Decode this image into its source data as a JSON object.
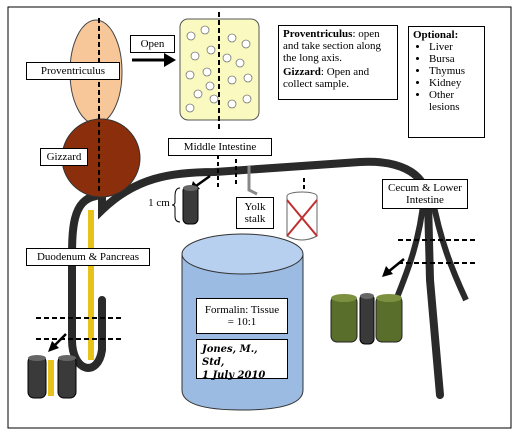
{
  "labels": {
    "proventriculus": "Proventriculus",
    "open": "Open",
    "gizzard": "Gizzard",
    "middle_intestine": "Middle Intestine",
    "one_cm": "1 cm",
    "yolk_stalk": "Yolk stalk",
    "cecum_lower": "Cecum & Lower Intestine",
    "duodenum_pancreas": "Duodenum & Pancreas"
  },
  "instructions": {
    "proventriculus_title": "Proventriculus",
    "proventriculus_text": ": open and take section along the long axis.",
    "gizzard_title": "Gizzard",
    "gizzard_text": ": Open and collect sample."
  },
  "optional": {
    "title": "Optional:",
    "items": [
      "Liver",
      "Bursa",
      "Thymus",
      "Kidney",
      "Other lesions"
    ]
  },
  "jar": {
    "formalin_line1": "Formalin: Tissue",
    "formalin_line2": "= 10:1",
    "note_line1": "Jones, M., Std,",
    "note_line2": "1 July 2010"
  },
  "colors": {
    "proventriculus_fill": "#f7c79a",
    "gizzard_fill": "#8b2e0c",
    "mucosa_fill": "#fafac0",
    "jar_fill": "#9bbbe3",
    "cecum_sample": "#5a6e2c",
    "yellow_strip": "#e8c21a",
    "intestine": "#222222"
  }
}
